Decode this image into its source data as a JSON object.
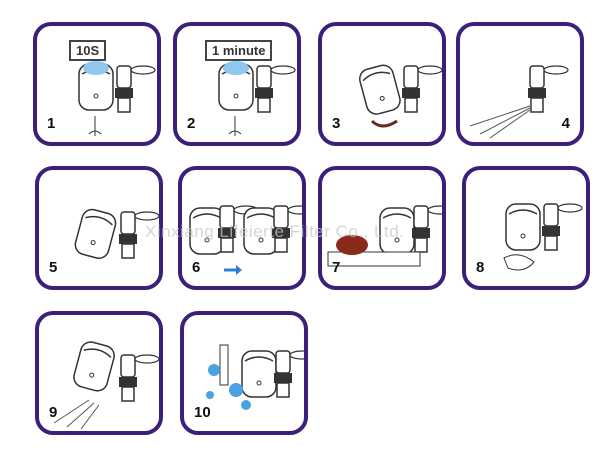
{
  "panels": [
    {
      "number": "1",
      "sign": "10S"
    },
    {
      "number": "2",
      "sign": "1 minute"
    },
    {
      "number": "3"
    },
    {
      "number": "4"
    },
    {
      "number": "5"
    },
    {
      "number": "6"
    },
    {
      "number": "7"
    },
    {
      "number": "8"
    },
    {
      "number": "9"
    },
    {
      "number": "10"
    }
  ],
  "watermark": "Xinxiang Lifeierte Filter Co., Ltd.",
  "colors": {
    "border": "#3b1f78",
    "water": "#4aa3e0"
  }
}
